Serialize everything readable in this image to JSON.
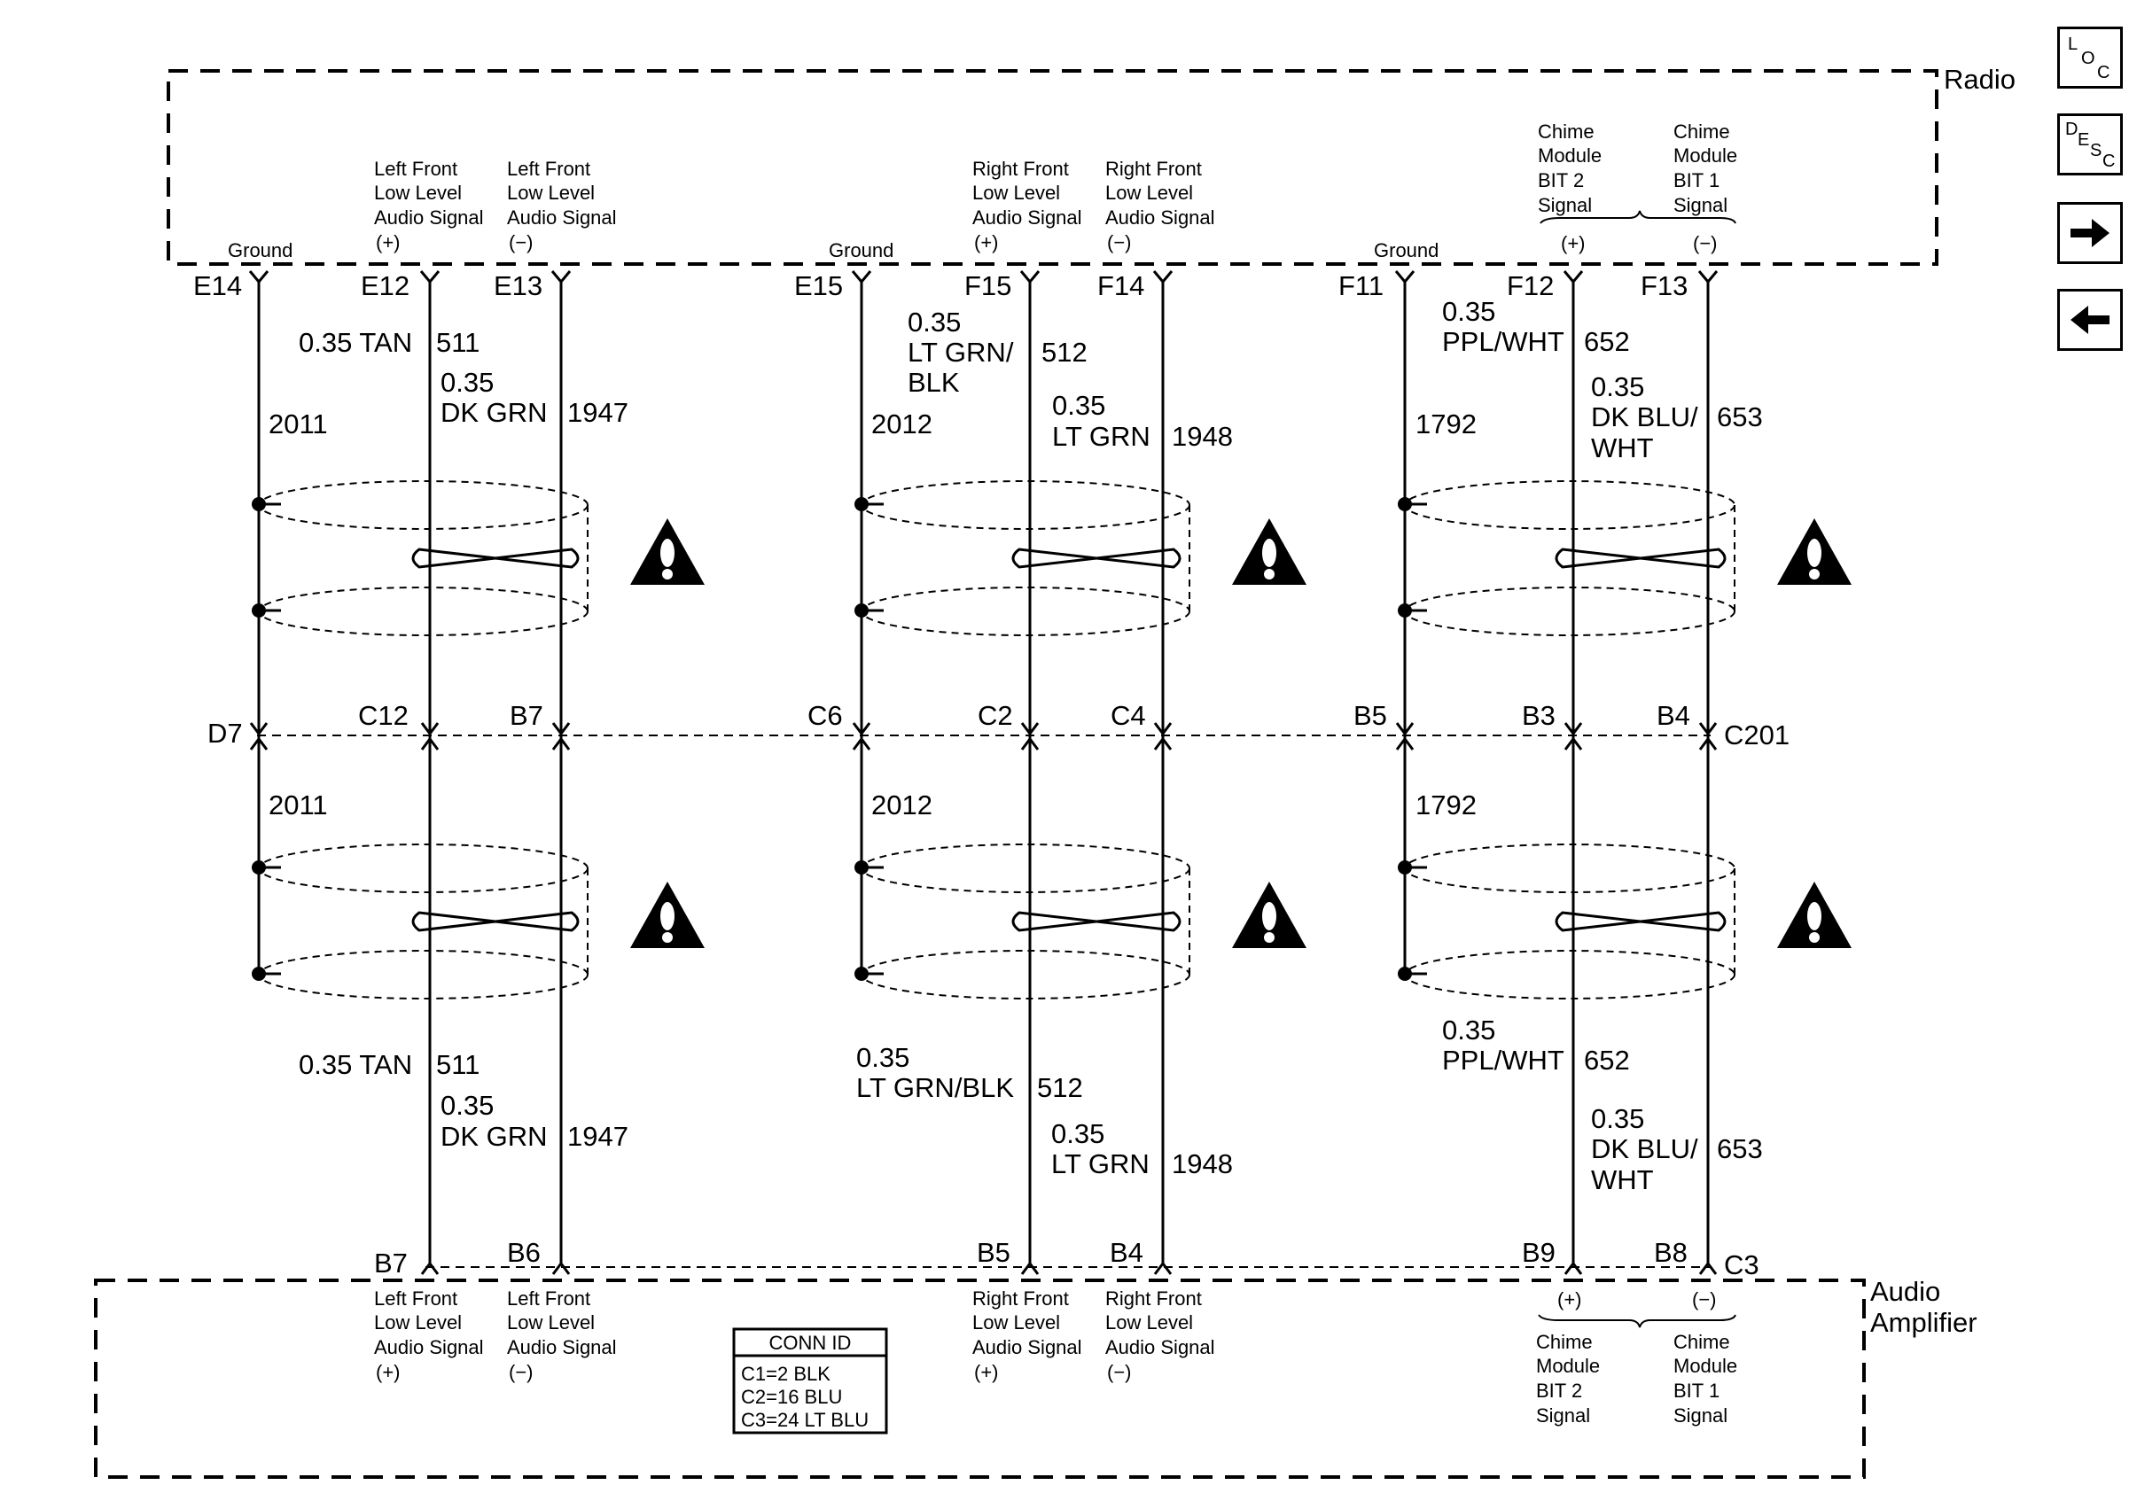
{
  "modules": {
    "radio": "Radio",
    "amp_line1": "Audio",
    "amp_line2": "Amplifier"
  },
  "connector_c201": "C201",
  "connector_c3": "C3",
  "nav": {
    "loc": [
      "L",
      "O",
      "C"
    ],
    "desc": [
      "D",
      "E",
      "S",
      "C"
    ],
    "next_icon": "arrow-right-icon",
    "prev_icon": "arrow-left-icon"
  },
  "radio_signals": {
    "ground1": "Ground",
    "ground2": "Ground",
    "ground3": "Ground",
    "lf_plus": [
      "Left Front",
      "Low Level",
      "Audio Signal",
      "(+)"
    ],
    "lf_minus": [
      "Left Front",
      "Low Level",
      "Audio Signal",
      "(−)"
    ],
    "rf_plus": [
      "Right Front",
      "Low Level",
      "Audio Signal",
      "(+)"
    ],
    "rf_minus": [
      "Right Front",
      "Low Level",
      "Audio Signal",
      "(−)"
    ],
    "chime_bit2": [
      "Chime",
      "Module",
      "BIT 2",
      "Signal"
    ],
    "chime_bit1": [
      "Chime",
      "Module",
      "BIT 1",
      "Signal"
    ],
    "chime_plus": "(+)",
    "chime_minus": "(−)"
  },
  "amp_signals": {
    "lf_plus": [
      "Left Front",
      "Low Level",
      "Audio Signal",
      "(+)"
    ],
    "lf_minus": [
      "Left Front",
      "Low Level",
      "Audio Signal",
      "(−)"
    ],
    "rf_plus": [
      "Right Front",
      "Low Level",
      "Audio Signal",
      "(+)"
    ],
    "rf_minus": [
      "Right Front",
      "Low Level",
      "Audio Signal",
      "(−)"
    ],
    "chime_plus": "(+)",
    "chime_minus": "(−)",
    "chime_bit2": [
      "Chime",
      "Module",
      "BIT 2",
      "Signal"
    ],
    "chime_bit1": [
      "Chime",
      "Module",
      "BIT 1",
      "Signal"
    ]
  },
  "conn_id": {
    "title": "CONN ID",
    "rows": [
      "C1=2 BLK",
      "C2=16 BLU",
      "C3=24 LT BLU"
    ]
  },
  "radio_pins": [
    "E14",
    "E12",
    "E13",
    "E15",
    "F15",
    "F14",
    "F11",
    "F12",
    "F13"
  ],
  "c201_pins": [
    "D7",
    "C12",
    "B7",
    "C6",
    "C2",
    "C4",
    "B5",
    "B3",
    "B4"
  ],
  "amp_pins": [
    "B7",
    "B6",
    "B5",
    "B4",
    "B9",
    "B8"
  ],
  "wires_upper": {
    "w511_a": "0.35 TAN",
    "w511_b": "511",
    "w1947_a": "0.35",
    "w1947_b": "DK GRN",
    "w1947_c": "1947",
    "g2011": "2011",
    "w512_a": "0.35",
    "w512_b": "LT GRN/",
    "w512_c": "BLK",
    "w512_d": "512",
    "w1948_a": "0.35",
    "w1948_b": "LT GRN",
    "w1948_c": "1948",
    "g2012": "2012",
    "w652_a": "0.35",
    "w652_b": "PPL/WHT",
    "w652_c": "652",
    "w653_a": "0.35",
    "w653_b": "DK BLU/",
    "w653_c": "WHT",
    "w653_d": "653",
    "g1792": "1792"
  },
  "wires_lower": {
    "g2011": "2011",
    "g2012": "2012",
    "g1792": "1792",
    "w511_a": "0.35 TAN",
    "w511_b": "511",
    "w1947_a": "0.35",
    "w1947_b": "DK GRN",
    "w1947_c": "1947",
    "w512_a": "0.35",
    "w512_b": "LT GRN/BLK",
    "w512_c": "512",
    "w1948_a": "0.35",
    "w1948_b": "LT GRN",
    "w1948_c": "1948",
    "w652_a": "0.35",
    "w652_b": "PPL/WHT",
    "w652_c": "652",
    "w653_a": "0.35",
    "w653_b": "DK BLU/",
    "w653_c": "WHT",
    "w653_d": "653"
  },
  "warning_icon": "warning-triangle-icon"
}
